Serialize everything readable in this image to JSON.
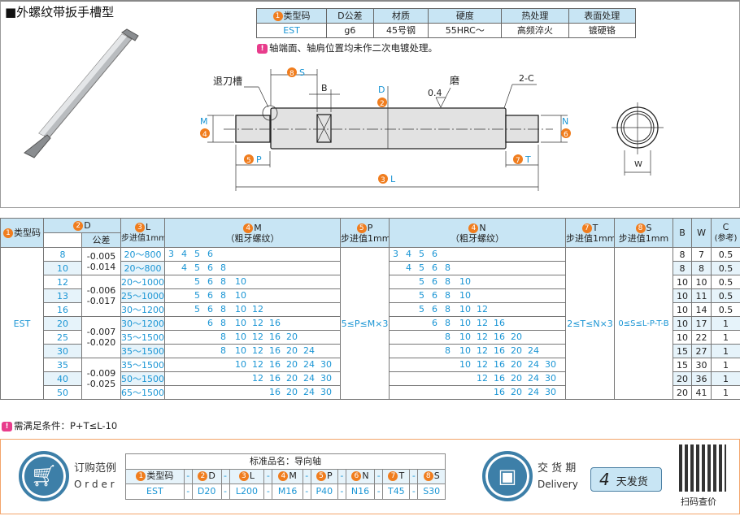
{
  "title": "■外螺纹带扳手槽型",
  "spec": {
    "headers": [
      "类型码",
      "D公差",
      "材质",
      "硬度",
      "热处理",
      "表面处理"
    ],
    "header_num": "1",
    "values": [
      "EST",
      "g6",
      "45号钢",
      "55HRC～",
      "高频淬火",
      "镀硬铬"
    ]
  },
  "note1": "轴端面、轴肩位置均未作二次电镀处理。",
  "drawing": {
    "groove": "退刀槽",
    "s": "S",
    "b": "B",
    "d": "D",
    "grind": "磨",
    "roughness": "0.4",
    "chamfer": "2-C",
    "m": "M",
    "n": "N",
    "p": "P",
    "t": "T",
    "l": "L",
    "w": "W",
    "n2": "2",
    "n3": "3",
    "n4": "4",
    "n5": "5",
    "n6": "6",
    "n7": "7",
    "n8": "8"
  },
  "table": {
    "headers": {
      "type": "类型码",
      "d": "D",
      "tol": "公差",
      "l": "L",
      "l_sub": "步进值1mm",
      "m": "M",
      "m_sub": "（粗牙螺纹）",
      "p": "P",
      "p_sub": "步进值1mm",
      "n": "N",
      "n_sub": "（粗牙螺纹）",
      "t": "T",
      "t_sub": "步进值1mm",
      "s": "S",
      "s_sub": "步进值1mm",
      "b": "B",
      "w": "W",
      "c": "C",
      "c_sub": "(参考)"
    },
    "type": "EST",
    "tolerances": [
      [
        "-0.005",
        "-0.014"
      ],
      [
        "-0.006",
        "-0.017"
      ],
      [
        "-0.007",
        "-0.020"
      ],
      [
        "-0.009",
        "-0.025"
      ]
    ],
    "p_rule": "5≤P≤M×3",
    "t_rule": "2≤T≤N×3",
    "s_rule": "0≤S≤L-P-T-B",
    "rows": [
      {
        "d": "8",
        "l": "20～800",
        "threads": [
          "3",
          "4",
          "5",
          "6"
        ],
        "b": "8",
        "w": "7",
        "c": "0.5"
      },
      {
        "d": "10",
        "l": "20～800",
        "threads": [
          "4",
          "5",
          "6",
          "8"
        ],
        "b": "8",
        "w": "8",
        "c": "0.5"
      },
      {
        "d": "12",
        "l": "20～1000",
        "threads": [
          "5",
          "6",
          "8",
          "10"
        ],
        "b": "10",
        "w": "10",
        "c": "0.5"
      },
      {
        "d": "13",
        "l": "25～1000",
        "threads": [
          "5",
          "6",
          "8",
          "10"
        ],
        "b": "10",
        "w": "11",
        "c": "0.5"
      },
      {
        "d": "16",
        "l": "30～1200",
        "threads": [
          "5",
          "6",
          "8",
          "10",
          "12"
        ],
        "b": "10",
        "w": "14",
        "c": "0.5"
      },
      {
        "d": "20",
        "l": "30～1200",
        "threads": [
          "6",
          "8",
          "10",
          "12",
          "16"
        ],
        "b": "10",
        "w": "17",
        "c": "1"
      },
      {
        "d": "25",
        "l": "35～1500",
        "threads": [
          "8",
          "10",
          "12",
          "16",
          "20"
        ],
        "b": "10",
        "w": "22",
        "c": "1"
      },
      {
        "d": "30",
        "l": "35～1500",
        "threads": [
          "8",
          "10",
          "12",
          "16",
          "20",
          "24"
        ],
        "b": "15",
        "w": "27",
        "c": "1"
      },
      {
        "d": "35",
        "l": "35～1500",
        "threads": [
          "10",
          "12",
          "16",
          "20",
          "24",
          "30"
        ],
        "b": "15",
        "w": "30",
        "c": "1"
      },
      {
        "d": "40",
        "l": "50～1500",
        "threads": [
          "12",
          "16",
          "20",
          "24",
          "30"
        ],
        "b": "20",
        "w": "36",
        "c": "1"
      },
      {
        "d": "50",
        "l": "65～1500",
        "threads": [
          "16",
          "20",
          "24",
          "30"
        ],
        "b": "20",
        "w": "41",
        "c": "1"
      }
    ]
  },
  "note2": "需满足条件：P+T≤L-10",
  "order": {
    "label_cn": "订购范例",
    "label_en": "O r d e r",
    "title": "标准品名：导向轴",
    "cols": [
      {
        "n": "1",
        "h": "类型码",
        "v": "EST"
      },
      {
        "n": "2",
        "h": "D",
        "v": "D20"
      },
      {
        "n": "3",
        "h": "L",
        "v": "L200"
      },
      {
        "n": "4",
        "h": "M",
        "v": "M16"
      },
      {
        "n": "5",
        "h": "P",
        "v": "P40"
      },
      {
        "n": "6",
        "h": "N",
        "v": "N16"
      },
      {
        "n": "7",
        "h": "T",
        "v": "T45"
      },
      {
        "n": "8",
        "h": "S",
        "v": "S30"
      }
    ],
    "sep": "-"
  },
  "delivery": {
    "label_cn": "交 货 期",
    "label_en": "Delivery",
    "days": "4",
    "text": "天发货"
  },
  "qr_label": "扫码查价",
  "colors": {
    "header": "#c8e5f4",
    "blue": "#1a95d4",
    "orange": "#f07d1e",
    "note": "#e83c8c"
  }
}
